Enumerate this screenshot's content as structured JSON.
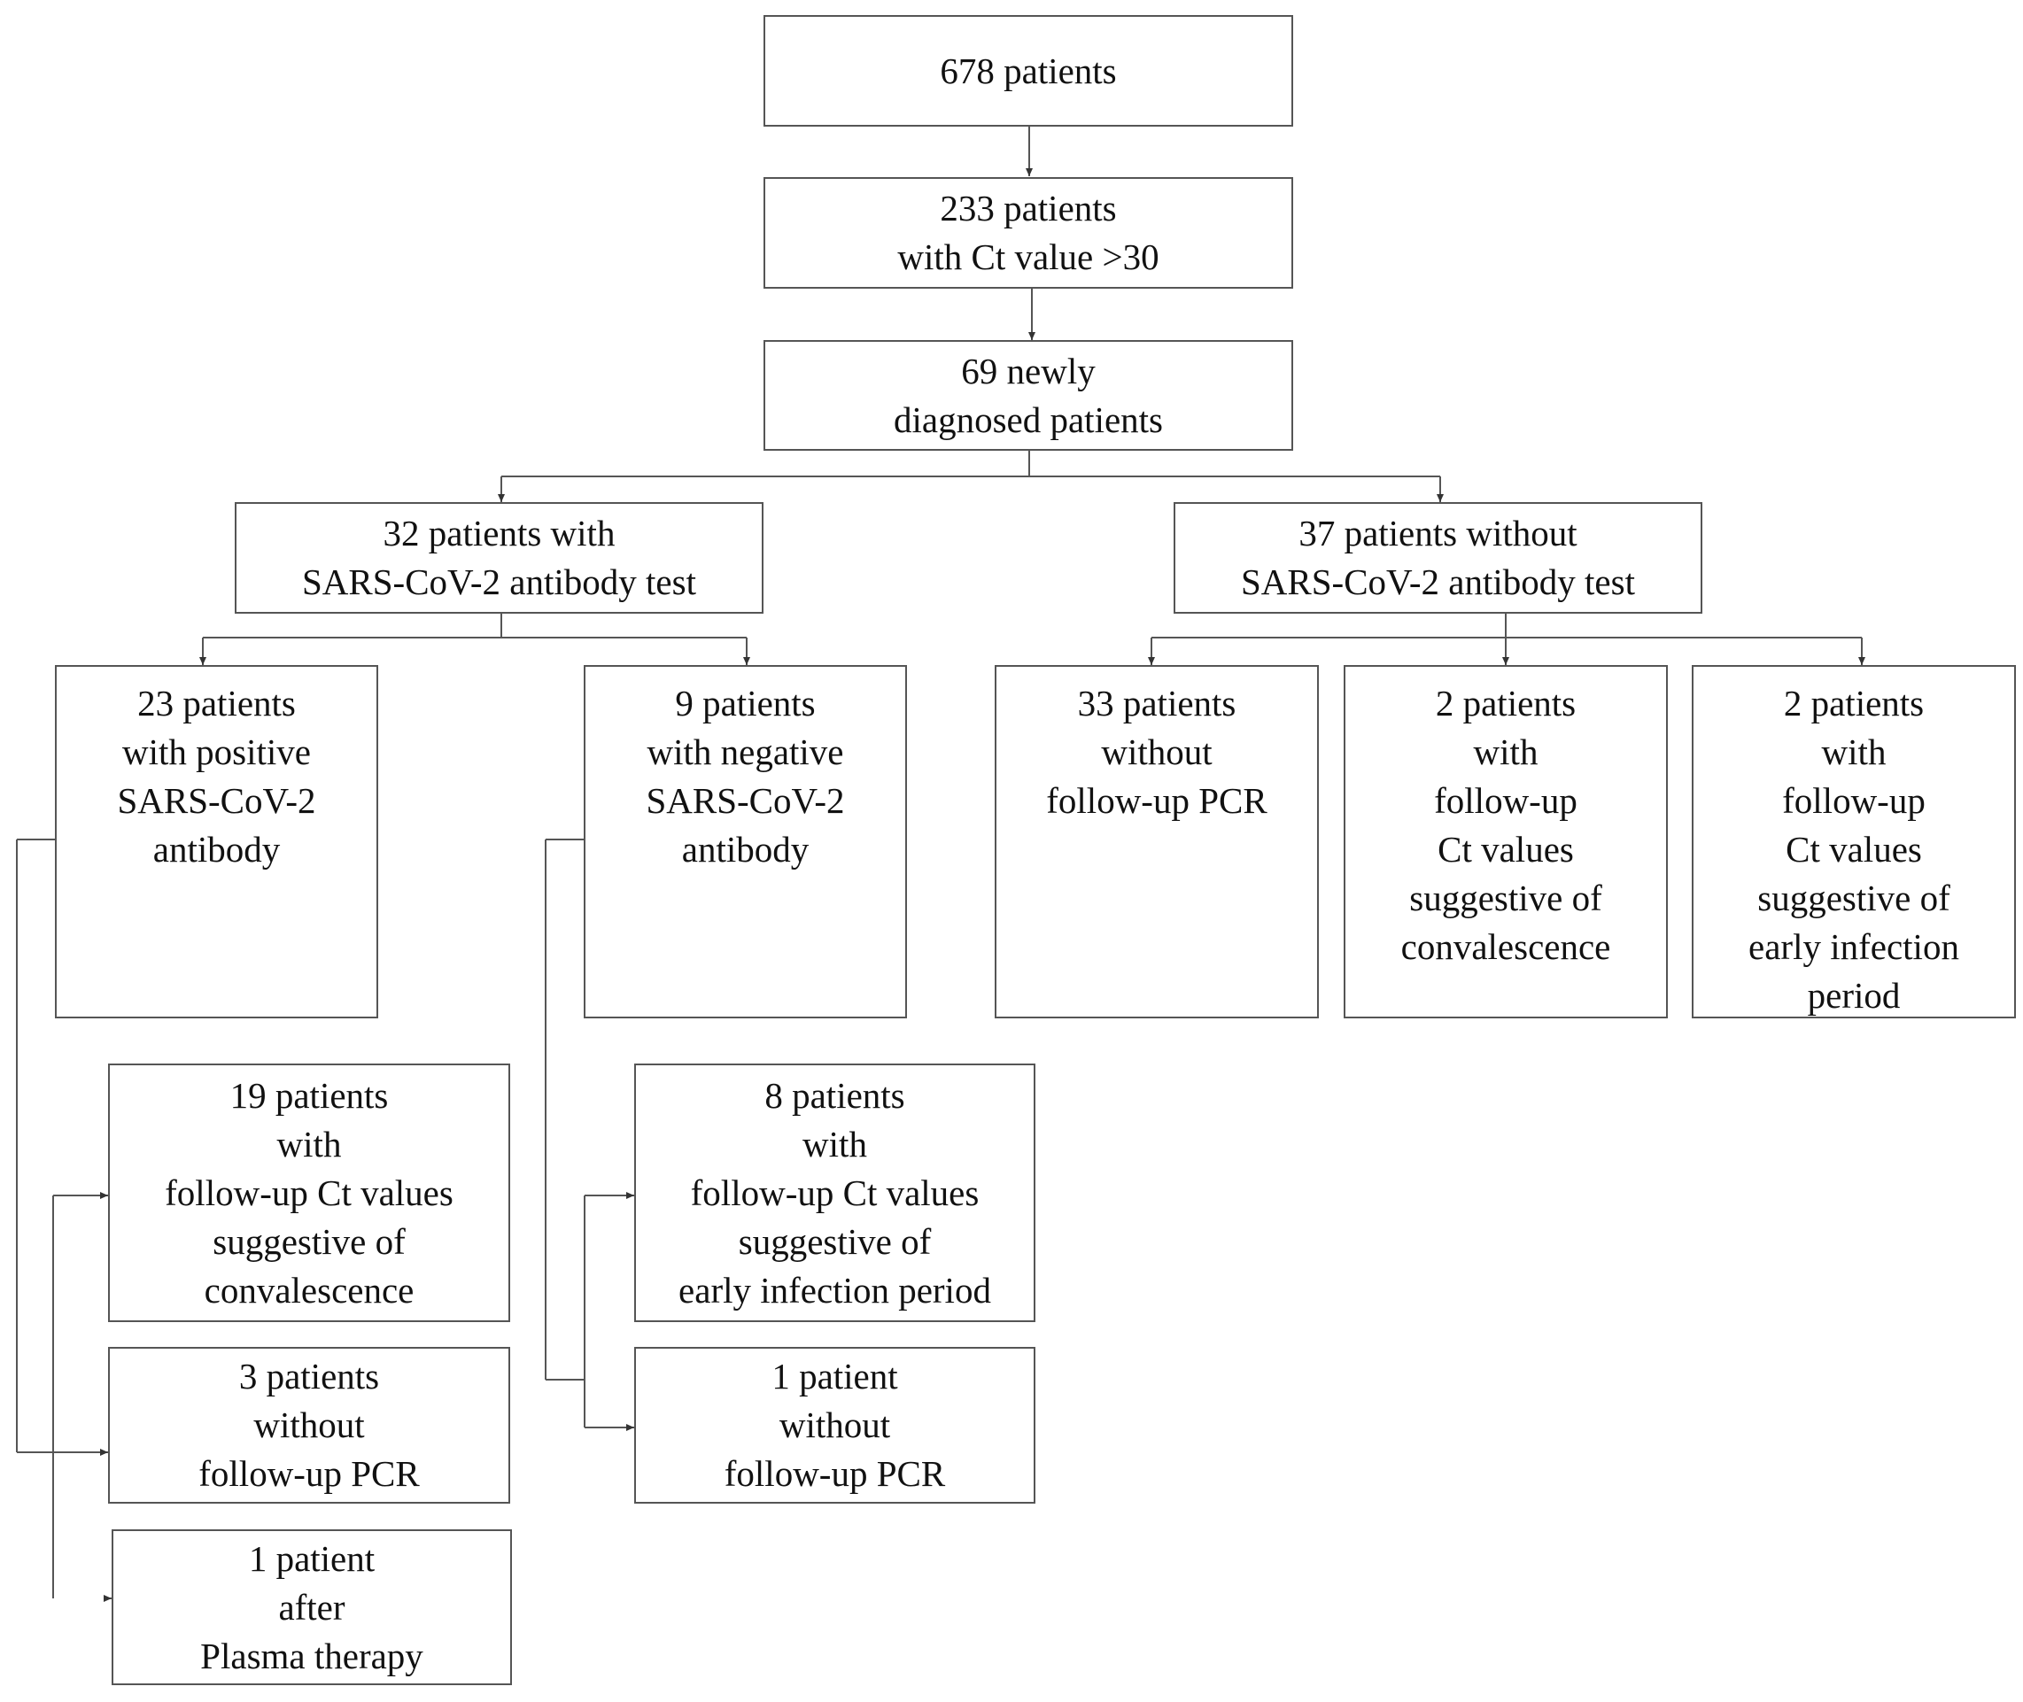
{
  "nodes": {
    "total": "678 patients",
    "ct_over_30": "233 patients\nwith Ct value >30",
    "newly_diagnosed": "69 newly\ndiagnosed patients",
    "with_antibody_test": "32 patients with\nSARS-CoV-2 antibody test",
    "without_antibody_test": "37 patients without\nSARS-CoV-2 antibody test",
    "positive_antibody": "23 patients\nwith positive\nSARS-CoV-2\nantibody",
    "negative_antibody": "9 patients\nwith negative\nSARS-CoV-2\nantibody",
    "no_test_no_followup": "33 patients\nwithout\nfollow-up PCR",
    "no_test_convalescence": "2 patients\nwith\nfollow-up\nCt values\nsuggestive of\nconvalescence",
    "no_test_early_infection": "2 patients\nwith\nfollow-up\nCt values\nsuggestive of\nearly infection\nperiod",
    "pos_convalescence": "19 patients\nwith\nfollow-up Ct values\nsuggestive of\nconvalescence",
    "pos_no_followup": "3 patients\nwithout\nfollow-up PCR",
    "pos_plasma": "1 patient\nafter\nPlasma therapy",
    "neg_early_infection": "8 patients\nwith\nfollow-up Ct values\nsuggestive of\nearly infection period",
    "neg_no_followup": "1 patient\nwithout\nfollow-up PCR"
  },
  "colors": {
    "line": "#555555",
    "text": "#111111",
    "background": "#ffffff"
  }
}
